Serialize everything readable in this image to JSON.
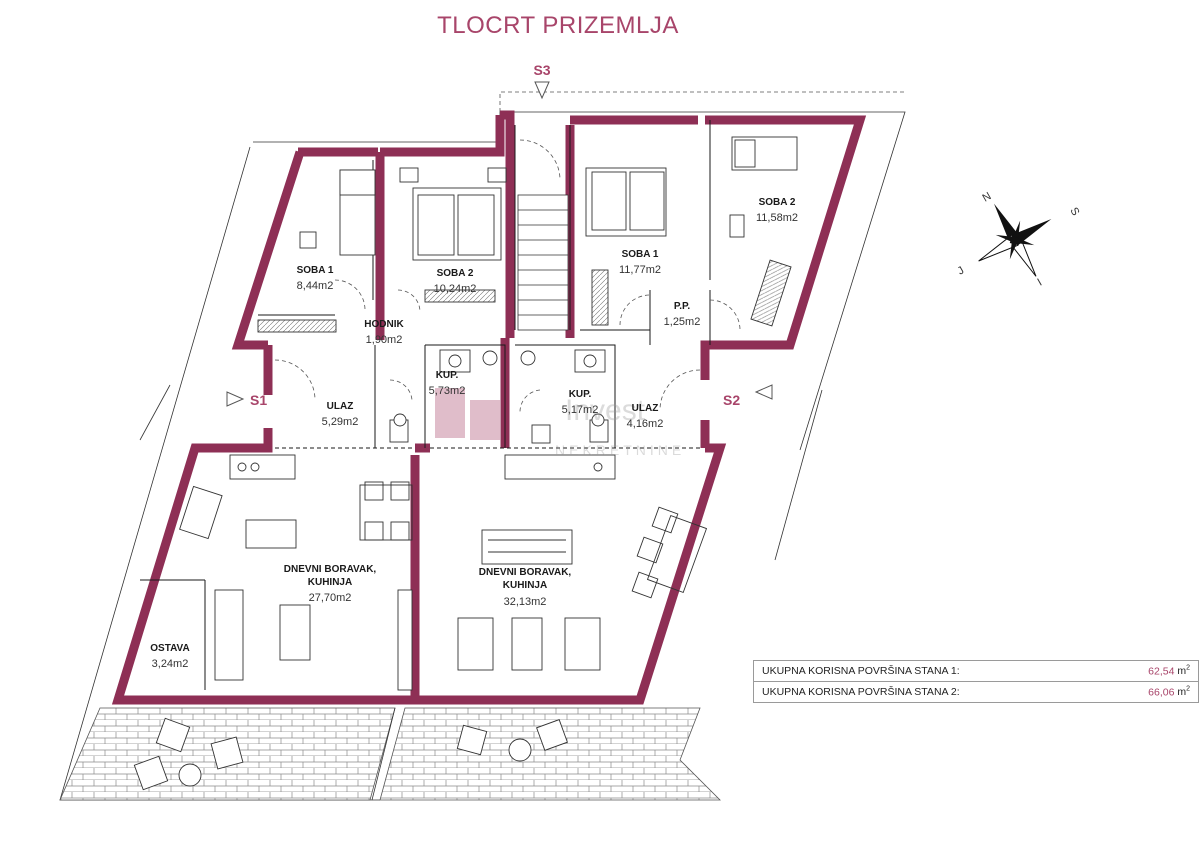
{
  "title": "TLOCRT PRIZEMLJA",
  "sections": {
    "s1": "S1",
    "s2": "S2",
    "s3": "S3"
  },
  "compass": {
    "north": "N",
    "south": "S",
    "east": "J",
    "west": "I"
  },
  "rooms": {
    "a_soba1": {
      "name": "SOBA 1",
      "area": "8,44m2"
    },
    "a_soba2": {
      "name": "SOBA 2",
      "area": "10,24m2"
    },
    "a_hodnik": {
      "name": "HODNIK",
      "area": "1,90m2"
    },
    "a_kup": {
      "name": "KUP.",
      "area": "5,73m2"
    },
    "a_ulaz": {
      "name": "ULAZ",
      "area": "5,29m2"
    },
    "a_dnevni": {
      "name_line1": "DNEVNI BORAVAK,",
      "name_line2": "KUHINJA",
      "area": "27,70m2"
    },
    "a_ostava": {
      "name": "OSTAVA",
      "area": "3,24m2"
    },
    "b_soba1": {
      "name": "SOBA 1",
      "area": "11,77m2"
    },
    "b_soba2": {
      "name": "SOBA 2",
      "area": "11,58m2"
    },
    "b_pp": {
      "name": "P.P.",
      "area": "1,25m2"
    },
    "b_kup": {
      "name": "KUP.",
      "area": "5,17m2"
    },
    "b_ulaz": {
      "name": "ULAZ",
      "area": "4,16m2"
    },
    "b_dnevni": {
      "name_line1": "DNEVNI BORAVAK,",
      "name_line2": "KUHINJA",
      "area": "32,13m2"
    }
  },
  "summary": [
    {
      "label": "UKUPNA  KORISNA POVRŠINA STANA 1:",
      "value": "62,54",
      "unit": "m"
    },
    {
      "label": "UKUPNA  KORISNA POVRŠINA STANA 2:",
      "value": "66,06",
      "unit": "m"
    }
  ],
  "unit_superscript": "2",
  "watermark": {
    "line1": "Invest",
    "line2": "NEKRETNINE"
  },
  "colors": {
    "wall": "#8e2f55",
    "accent_text": "#a8456a"
  }
}
